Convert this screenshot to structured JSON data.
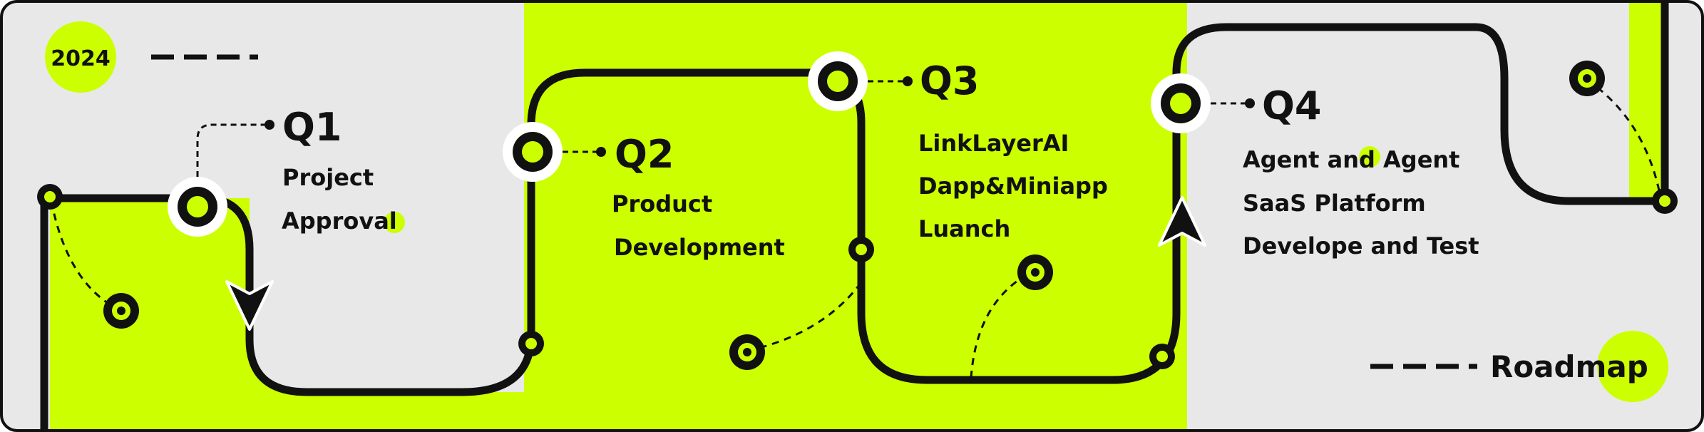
{
  "year": "2024",
  "footer_label": "Roadmap",
  "colors": {
    "lime": "#CCFF00",
    "panel_grey": "#E8E8E8",
    "ink": "#111111",
    "white": "#FFFFFF"
  },
  "milestones": [
    {
      "quarter": "Q1",
      "items": [
        "Project",
        "Approval"
      ]
    },
    {
      "quarter": "Q2",
      "items": [
        "Product",
        "Development"
      ]
    },
    {
      "quarter": "Q3",
      "items": [
        "LinkLayerAI",
        "Dapp&Miniapp",
        "Luanch"
      ]
    },
    {
      "quarter": "Q4",
      "items": [
        "Agent and Agent",
        "SaaS Platform",
        "Develope and Test"
      ]
    }
  ]
}
